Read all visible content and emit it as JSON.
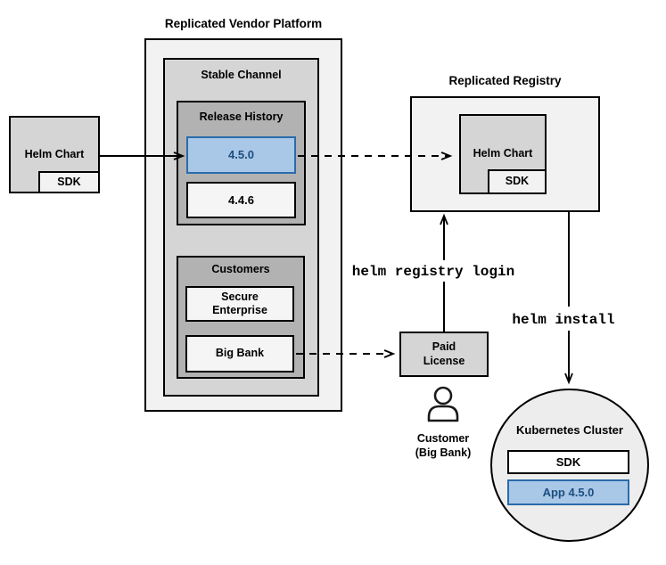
{
  "vendor_platform": {
    "title": "Replicated Vendor Platform",
    "stable_channel": {
      "title": "Stable Channel",
      "release_history": {
        "title": "Release History",
        "releases": [
          {
            "version": "4.5.0",
            "highlighted": true
          },
          {
            "version": "4.4.6",
            "highlighted": false
          }
        ]
      },
      "customers": {
        "title": "Customers",
        "items": [
          {
            "name": "Secure Enterprise"
          },
          {
            "name": "Big Bank"
          }
        ]
      }
    }
  },
  "source": {
    "helm_chart": "Helm Chart",
    "sdk": "SDK"
  },
  "registry": {
    "title": "Replicated Registry",
    "helm_chart": "Helm Chart",
    "sdk": "SDK"
  },
  "license": {
    "label": "Paid License"
  },
  "actor": {
    "name": "Customer",
    "org": "(Big Bank)"
  },
  "commands": {
    "login": "helm registry login",
    "install": "helm install"
  },
  "cluster": {
    "title": "Kubernetes Cluster",
    "sdk": "SDK",
    "app": "App 4.5.0"
  },
  "colors": {
    "highlight_fill": "#a9c7e7",
    "highlight_stroke": "#2a6bab",
    "highlight_text": "#1c4e80"
  }
}
